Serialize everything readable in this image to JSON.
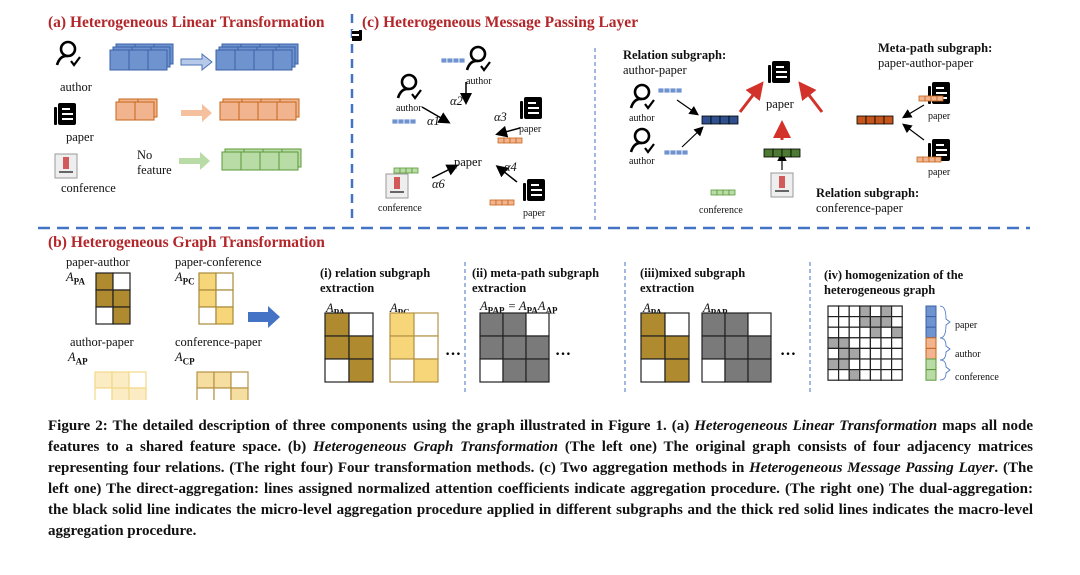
{
  "panels": {
    "a": {
      "title": "(a) Heterogeneous Linear Transformation",
      "nodes": [
        {
          "label": "author",
          "icon": "author-icon",
          "color": "#6f93cf"
        },
        {
          "label": "paper",
          "icon": "paper-icon",
          "color": "#f2b48e"
        },
        {
          "label": "conference",
          "icon": "conference-icon",
          "color": "#b9dba6"
        }
      ],
      "no_feature_label": [
        "No",
        "feature"
      ]
    },
    "b": {
      "title": "(b) Heterogeneous Graph Transformation",
      "relations": [
        {
          "name": "paper-author",
          "symbol": "A",
          "sub": "PA"
        },
        {
          "name": "paper-conference",
          "symbol": "A",
          "sub": "PC"
        },
        {
          "name": "author-paper",
          "symbol": "A",
          "sub": "AP"
        },
        {
          "name": "conference-paper",
          "symbol": "A",
          "sub": "CP"
        }
      ],
      "methods": [
        {
          "title": "(i) relation subgraph extraction",
          "line1": "(i) relation subgraph",
          "line2": "extraction",
          "labels": [
            "A_PA",
            "A_PC"
          ]
        },
        {
          "title": "(ii) meta-path subgraph extraction",
          "line1": "(ii) meta-path subgraph",
          "line2": "extraction",
          "formula": "A_PAP = A_PA A_AP"
        },
        {
          "title": "(iii)mixed subgraph extraction",
          "line1": "(iii)mixed subgraph",
          "line2": "extraction",
          "labels": [
            "A_PA",
            "A_PAP"
          ]
        },
        {
          "title": "(iv) homogenization of the heterogeneous graph",
          "line1": "(iv) homogenization of the",
          "line2": "heterogeneous graph",
          "legend": [
            "paper",
            "author",
            "conference"
          ]
        }
      ],
      "ellipsis": "…"
    },
    "c": {
      "title": "(c) Heterogeneous Message Passing Layer",
      "left": {
        "center_label": "paper",
        "neighbors": [
          {
            "label": "author",
            "coef": "α1"
          },
          {
            "label": "author",
            "coef": "α2"
          },
          {
            "label": "paper",
            "coef": "α3"
          },
          {
            "label": "paper",
            "coef": "α4"
          },
          {
            "label": "conference",
            "coef": "α6"
          }
        ]
      },
      "right": {
        "relation_ap_title": "Relation subgraph",
        "relation_ap_sub": "author-paper",
        "metapath_title": "Meta-path subgraph",
        "metapath_sub": "paper-author-paper",
        "relation_cp_title": "Relation subgraph",
        "relation_cp_sub": "conference-paper",
        "center_label": "paper",
        "author_label": "author",
        "paper_label": "paper",
        "conference_label": "conference"
      }
    }
  },
  "colors": {
    "title_red": "#b3262a",
    "divider_blue": "#4472c4",
    "author_blue": "#6f93cf",
    "author_dark": "#2f4f8f",
    "paper_orange": "#f2b48e",
    "paper_dark": "#c5561b",
    "conf_green": "#b9dba6",
    "conf_dark": "#4d7a32",
    "matrix_gold": "#b08a2e",
    "matrix_yellow": "#f7d67a",
    "matrix_pale": "#fbecc4",
    "matrix_gray": "#7a7a7a",
    "arrow_red": "#d3322b"
  },
  "caption": {
    "prefix": "Figure 2: The detailed description of three components using the graph illustrated in Figure 1. (a) ",
    "hlt": "Heterogeneous Linear Transformation",
    "part1": " maps all node features to a shared feature space. (b) ",
    "hgt": "Heterogeneous Graph Transformation",
    "part2": " (The left one) The original graph consists of four adjacency matrices representing four relations. (The right four) Four transformation methods. (c) Two aggregation methods in ",
    "hmpl": "Heterogeneous Message Passing Layer",
    "part3": ". (The left one) The direct-aggregation: lines assigned normalized attention coefficients indicate aggregation procedure. (The right one) The dual-aggregation: the black solid line indicates the micro-level aggregation procedure applied in different subgraphs and the thick red solid lines indicates the macro-level aggregation procedure."
  }
}
